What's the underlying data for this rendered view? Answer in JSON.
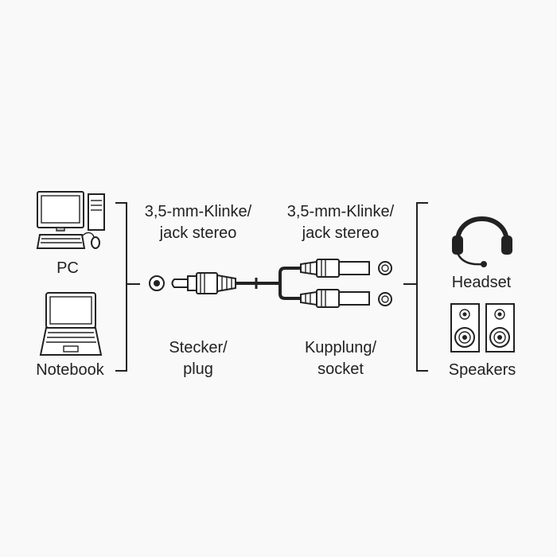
{
  "diagram": {
    "left_devices": {
      "pc_label": "PC",
      "notebook_label": "Notebook"
    },
    "plug": {
      "type_line1": "3,5-mm-Klinke/",
      "type_line2": "jack stereo",
      "name_line1": "Stecker/",
      "name_line2": "plug"
    },
    "socket": {
      "type_line1": "3,5-mm-Klinke/",
      "type_line2": "jack stereo",
      "name_line1": "Kupplung/",
      "name_line2": "socket"
    },
    "right_devices": {
      "headset_label": "Headset",
      "speakers_label": "Speakers"
    },
    "icons": [
      "desktop-pc-icon",
      "notebook-icon",
      "plug-end-icon",
      "y-splitter-cable-icon",
      "socket-end-icon",
      "headset-icon",
      "speakers-icon"
    ]
  }
}
